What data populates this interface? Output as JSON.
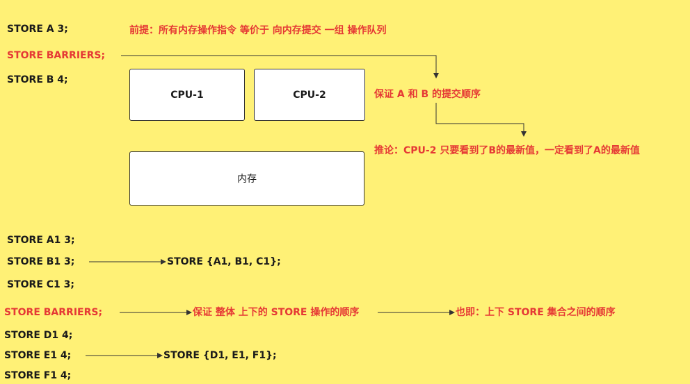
{
  "top": {
    "store_a": "STORE A 3;",
    "store_barriers": "STORE BARRIERS;",
    "store_b": "STORE B 4;",
    "premise": "前提：所有内存操作指令 等价于 向内存提交 一组 操作队列",
    "guarantee": "保证 A 和 B 的提交顺序",
    "inference": "推论：CPU-2 只要看到了B的最新值，一定看到了A的最新值"
  },
  "boxes": {
    "cpu1": "CPU-1",
    "cpu2": "CPU-2",
    "memory": "内存"
  },
  "bottom": {
    "store_a1": "STORE A1 3;",
    "store_b1": "STORE B1 3;",
    "store_c1": "STORE C1 3;",
    "group1": "STORE {A1, B1, C1};",
    "store_barriers": "STORE BARRIERS;",
    "guarantee_whole": "保证 整体 上下的 STORE 操作的顺序",
    "that_is": "也即：上下 STORE 集合之间的顺序",
    "store_d1": "STORE D1 4;",
    "store_e1": "STORE E1 4;",
    "store_f1": "STORE F1 4;",
    "group2": "STORE {D1, E1, F1};"
  },
  "colors": {
    "background": "#FFF176",
    "accent_red": "#E53935",
    "text": "#1a1a1a"
  }
}
